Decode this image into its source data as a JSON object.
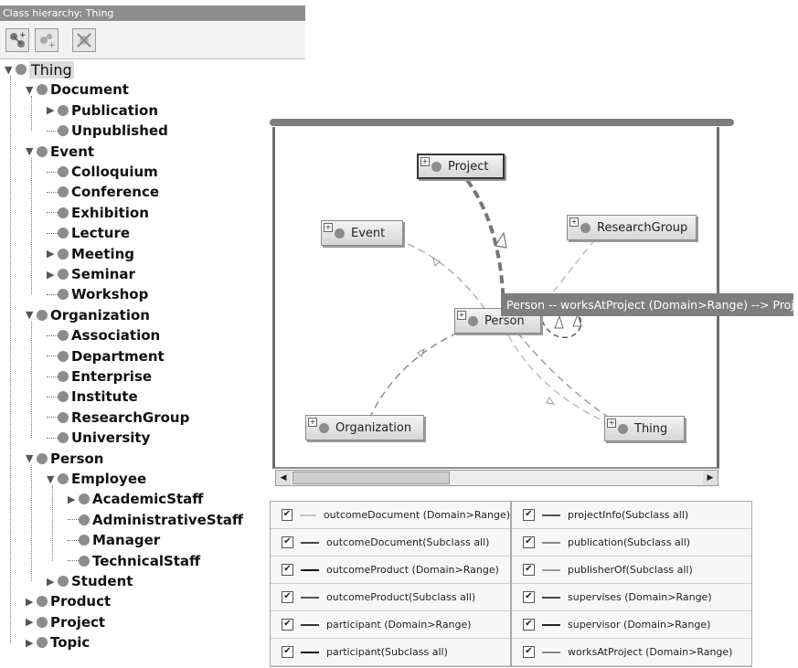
{
  "hierarchy": {
    "title": "Class hierarchy: Thing",
    "tree": [
      {
        "label": "Thing",
        "depth": 0,
        "state": "expanded"
      },
      {
        "label": "Document",
        "depth": 1,
        "state": "expanded"
      },
      {
        "label": "Publication",
        "depth": 2,
        "state": "collapsed"
      },
      {
        "label": "Unpublished",
        "depth": 2,
        "state": "leaf"
      },
      {
        "label": "Event",
        "depth": 1,
        "state": "expanded"
      },
      {
        "label": "Colloquium",
        "depth": 2,
        "state": "leaf"
      },
      {
        "label": "Conference",
        "depth": 2,
        "state": "leaf"
      },
      {
        "label": "Exhibition",
        "depth": 2,
        "state": "leaf"
      },
      {
        "label": "Lecture",
        "depth": 2,
        "state": "leaf"
      },
      {
        "label": "Meeting",
        "depth": 2,
        "state": "collapsed"
      },
      {
        "label": "Seminar",
        "depth": 2,
        "state": "collapsed"
      },
      {
        "label": "Workshop",
        "depth": 2,
        "state": "leaf"
      },
      {
        "label": "Organization",
        "depth": 1,
        "state": "expanded"
      },
      {
        "label": "Association",
        "depth": 2,
        "state": "leaf"
      },
      {
        "label": "Department",
        "depth": 2,
        "state": "leaf"
      },
      {
        "label": "Enterprise",
        "depth": 2,
        "state": "leaf"
      },
      {
        "label": "Institute",
        "depth": 2,
        "state": "leaf"
      },
      {
        "label": "ResearchGroup",
        "depth": 2,
        "state": "leaf"
      },
      {
        "label": "University",
        "depth": 2,
        "state": "leaf"
      },
      {
        "label": "Person",
        "depth": 1,
        "state": "expanded"
      },
      {
        "label": "Employee",
        "depth": 2,
        "state": "expanded"
      },
      {
        "label": "AcademicStaff",
        "depth": 3,
        "state": "collapsed"
      },
      {
        "label": "AdministrativeStaff",
        "depth": 3,
        "state": "leaf"
      },
      {
        "label": "Manager",
        "depth": 3,
        "state": "leaf"
      },
      {
        "label": "TechnicalStaff",
        "depth": 3,
        "state": "leaf"
      },
      {
        "label": "Student",
        "depth": 2,
        "state": "collapsed"
      },
      {
        "label": "Product",
        "depth": 1,
        "state": "collapsed"
      },
      {
        "label": "Project",
        "depth": 1,
        "state": "collapsed"
      },
      {
        "label": "Topic",
        "depth": 1,
        "state": "collapsed"
      }
    ]
  },
  "graph": {
    "nodes": {
      "project": "Project",
      "event": "Event",
      "research_group": "ResearchGroup",
      "person": "Person",
      "organization": "Organization",
      "thing": "Thing"
    },
    "tooltip": "Person -- worksAtProject (Domain>Range) --> Project"
  },
  "legend": {
    "left": [
      {
        "label": "outcomeDocument (Domain>Range)",
        "checked": true,
        "color": "#c8c8c8"
      },
      {
        "label": "outcomeDocument(Subclass all)",
        "checked": true,
        "color": "#444444"
      },
      {
        "label": "outcomeProduct (Domain>Range)",
        "checked": true,
        "color": "#111111"
      },
      {
        "label": "outcomeProduct(Subclass all)",
        "checked": true,
        "color": "#555555"
      },
      {
        "label": "participant (Domain>Range)",
        "checked": true,
        "color": "#333333"
      },
      {
        "label": "participant(Subclass all)",
        "checked": true,
        "color": "#111111"
      }
    ],
    "right": [
      {
        "label": "projectInfo(Subclass all)",
        "checked": true,
        "color": "#555555"
      },
      {
        "label": "publication(Subclass all)",
        "checked": true,
        "color": "#888888"
      },
      {
        "label": "publisherOf(Subclass all)",
        "checked": true,
        "color": "#999999"
      },
      {
        "label": "supervises (Domain>Range)",
        "checked": true,
        "color": "#444444"
      },
      {
        "label": "supervisor (Domain>Range)",
        "checked": true,
        "color": "#222222"
      },
      {
        "label": "worksAtProject (Domain>Range)",
        "checked": true,
        "color": "#888888"
      }
    ]
  },
  "icons": [
    "add-subclass-icon",
    "add-sibling-icon",
    "delete-class-icon",
    "class-icon",
    "expand-icon",
    "checkbox-icon",
    "scroll-left-icon",
    "scroll-right-icon"
  ]
}
